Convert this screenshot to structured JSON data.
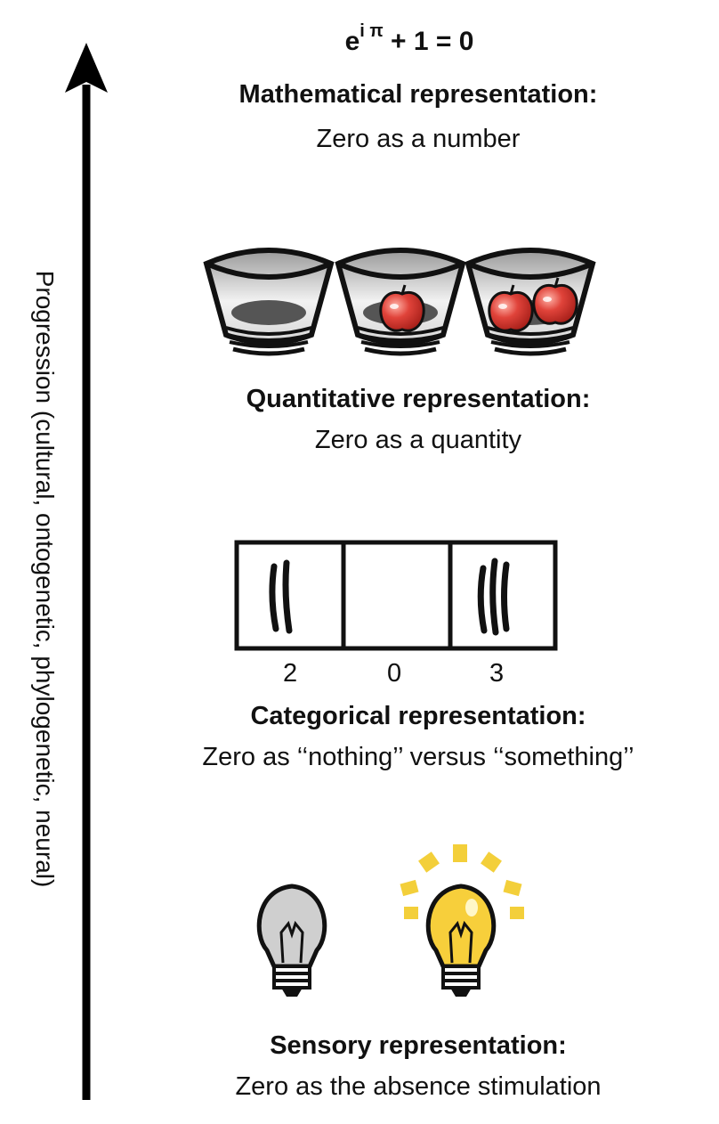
{
  "axis": {
    "label": "Progression (cultural, ontogenetic, phylogenetic, neural)"
  },
  "formula": {
    "base": "e",
    "exponent": "i π",
    "rest": " + 1 = 0"
  },
  "levels": [
    {
      "id": "mathematical",
      "title": "Mathematical representation:",
      "description": "Zero as a number"
    },
    {
      "id": "quantitative",
      "title": "Quantitative representation:",
      "description": "Zero as a quantity"
    },
    {
      "id": "categorical",
      "title": "Categorical representation:",
      "description": "Zero as ‘‘nothing’’ versus ‘‘something’’"
    },
    {
      "id": "sensory",
      "title": "Sensory representation:",
      "description": "Zero as the absence stimulation"
    }
  ],
  "categorical_numbers": [
    "2",
    "0",
    "3"
  ],
  "bowls": {
    "apple_counts": [
      0,
      1,
      2
    ]
  },
  "bulbs": {
    "states": [
      "off",
      "on"
    ]
  },
  "colors": {
    "apple": "#e0433a",
    "bulb_on": "#f7cf3b",
    "bulb_off": "#cfcfcf",
    "rays": "#f3cf3a"
  }
}
